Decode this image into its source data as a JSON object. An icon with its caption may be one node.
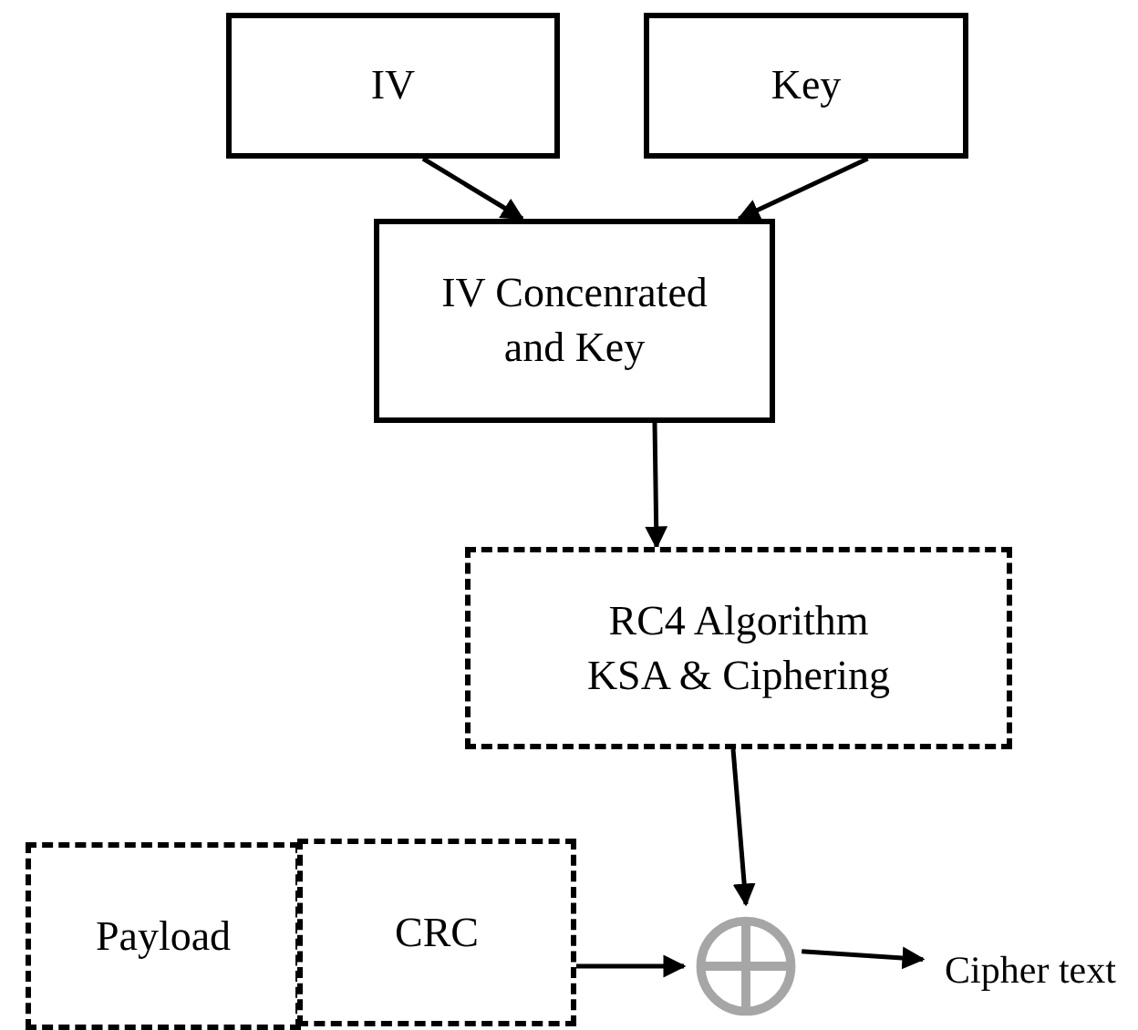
{
  "diagram": {
    "nodes": [
      {
        "text": [
          "IV"
        ]
      },
      {
        "text": [
          "Key"
        ]
      },
      {
        "text": [
          "IV Concenrated and Key"
        ]
      },
      {
        "text": [
          "RC4 Algorithm KSA & Ciphering"
        ]
      },
      {
        "text": [
          "Payload"
        ]
      },
      {
        "text": [
          "CRC"
        ]
      },
      {
        "text": [],
        "shape": "circle"
      },
      {
        "text": [
          "Cipher text"
        ]
      }
    ],
    "edges": [
      {
        "from": 0,
        "to": 2,
        "arrow": "to"
      },
      {
        "from": 1,
        "to": 2,
        "arrow": "to"
      },
      {
        "from": 2,
        "to": 3,
        "arrow": "to"
      },
      {
        "from": 3,
        "to": 6,
        "arrow": "to"
      },
      {
        "from": 5,
        "to": 6,
        "arrow": "to"
      },
      {
        "from": 6,
        "to": 7,
        "arrow": "to"
      }
    ]
  }
}
